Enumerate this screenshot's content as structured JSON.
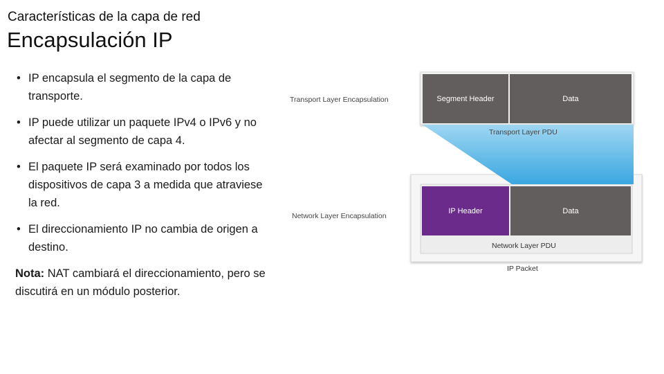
{
  "header": {
    "subtitle": "Características de la capa de red",
    "title": "Encapsulación IP"
  },
  "bullets": [
    "IP encapsula el segmento de la capa de transporte.",
    "IP puede utilizar un paquete IPv4 o IPv6 y no afectar al segmento de capa 4.",
    "El paquete IP será examinado por todos los dispositivos de capa 3 a medida que atraviese la red.",
    "El direccionamiento IP no cambia de origen a destino."
  ],
  "note": {
    "label": "Nota:",
    "text": " NAT cambiará el direccionamiento, pero se discutirá en un módulo posterior."
  },
  "diagram": {
    "transport_label": "Transport Layer Encapsulation",
    "segment_header": "Segment Header",
    "transport_data": "Data",
    "transport_pdu": "Transport Layer PDU",
    "network_label": "Network Layer Encapsulation",
    "ip_header": "IP Header",
    "network_data": "Data",
    "network_pdu": "Network Layer PDU",
    "ip_packet": "IP Packet",
    "colors": {
      "header_gray": "#625e5e",
      "ip_header_purple": "#6a2b8a",
      "pdu_blue": "#4fb1e3"
    }
  }
}
